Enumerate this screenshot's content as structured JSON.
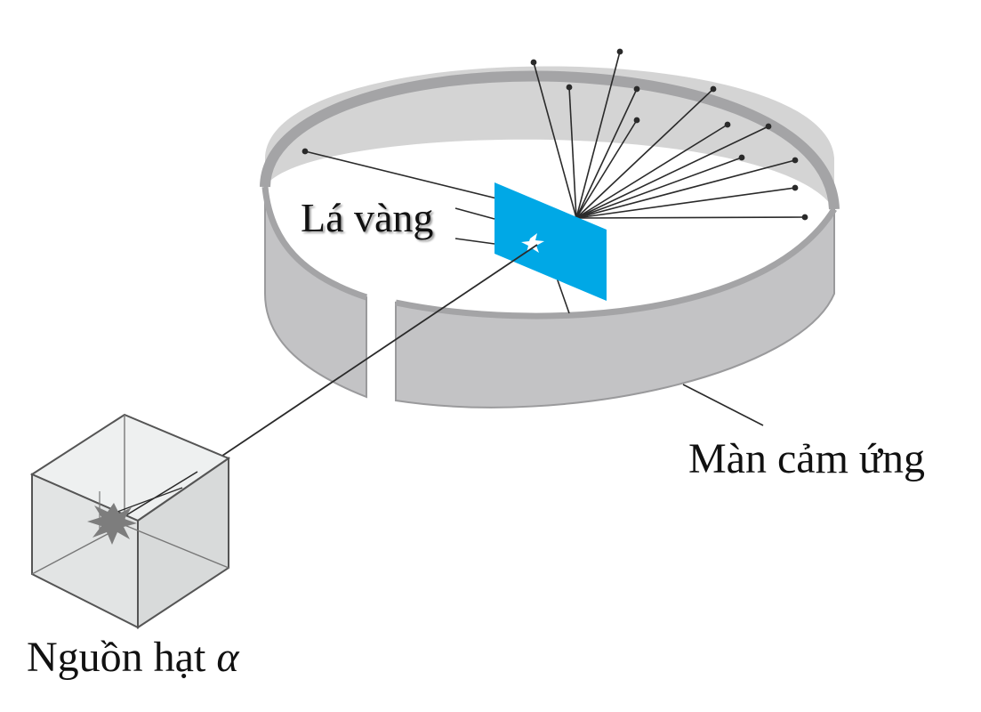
{
  "labels": {
    "gold_foil": "Lá vàng",
    "screen": "Màn cảm ứng",
    "source": "Nguồn hạt",
    "source_symbol": "α"
  },
  "colors": {
    "screen_inner": "#d4d4d4",
    "screen_outer": "#c2c2c4",
    "screen_rim": "#a4a4a6",
    "foil": "#00a8e6",
    "lines": "#2a2a2a",
    "box_fill": "#e4e6e6",
    "box_edge": "#555555",
    "burst": "#7d7d7d"
  },
  "icons": {
    "foil": "gold-foil-sheet",
    "source": "alpha-source-box-icon",
    "burst": "starburst-icon"
  }
}
